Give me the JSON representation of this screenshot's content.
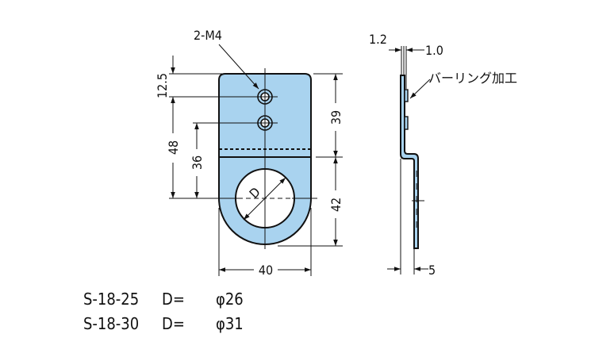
{
  "front_view": {
    "hole_callout": "2-M4",
    "dims": {
      "top_to_hole": "12.5",
      "top_to_center": "48",
      "hole2_to_center": "36",
      "upper_height": "39",
      "lower_height": "42",
      "width": "40"
    },
    "diameter_label": "D"
  },
  "side_view": {
    "thickness_1": "1.2",
    "thickness_2": "1.0",
    "burring_note": "バーリング加工",
    "offset": "5"
  },
  "specs": [
    {
      "model": "S-18-25",
      "d_label": "D=",
      "diameter": "φ26"
    },
    {
      "model": "S-18-30",
      "d_label": "D=",
      "diameter": "φ31"
    }
  ],
  "colors": {
    "part_fill": "#a9d3ef",
    "line": "#111111"
  }
}
